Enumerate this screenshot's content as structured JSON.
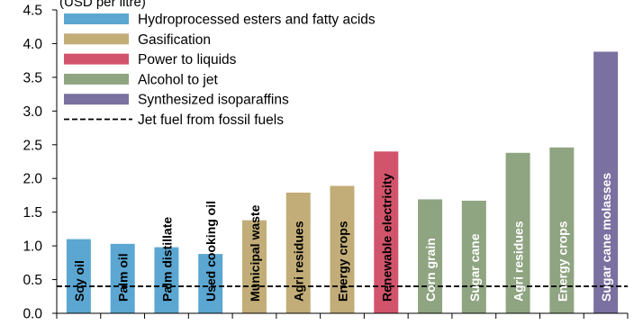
{
  "chart_data": {
    "type": "bar",
    "ylim": [
      0,
      4.5
    ],
    "yticks": [
      0.0,
      0.5,
      1.0,
      1.5,
      2.0,
      2.5,
      3.0,
      3.5,
      4.0,
      4.5
    ],
    "ytick_labels": [
      "0.0",
      "0.5",
      "1.0",
      "1.5",
      "2.0",
      "2.5",
      "3.0",
      "3.5",
      "4.0",
      "4.5"
    ],
    "cropped_top_label": "(USD per litre)",
    "reference_line": {
      "value": 0.4,
      "label": "Jet fuel from fossil fuels",
      "style": "dashed",
      "color": "#000000"
    },
    "groups": [
      {
        "name": "Hydroprocessed esters and fatty acids",
        "color": "#5ba7d2"
      },
      {
        "name": "Gasification",
        "color": "#c2ad78"
      },
      {
        "name": "Power to liquids",
        "color": "#d2546c"
      },
      {
        "name": "Alcohol to jet",
        "color": "#8fa481"
      },
      {
        "name": "Synthesized isoparaffins",
        "color": "#7a71a0"
      }
    ],
    "bars": [
      {
        "label": "Soy oil",
        "value": 1.1,
        "group": 0
      },
      {
        "label": "Palm oil",
        "value": 1.03,
        "group": 0
      },
      {
        "label": "Palm distillate",
        "value": 0.98,
        "group": 0
      },
      {
        "label": "Used cooking oil",
        "value": 0.88,
        "group": 0
      },
      {
        "label": "Municipal waste",
        "value": 1.38,
        "group": 1
      },
      {
        "label": "Agri residues",
        "value": 1.79,
        "group": 1
      },
      {
        "label": "Energy crops",
        "value": 1.89,
        "group": 1
      },
      {
        "label": "Renewable electricity",
        "value": 2.4,
        "group": 2
      },
      {
        "label": "Corn grain",
        "value": 1.69,
        "group": 3
      },
      {
        "label": "Sugar cane",
        "value": 1.67,
        "group": 3
      },
      {
        "label": "Agri residues",
        "value": 2.38,
        "group": 3
      },
      {
        "label": "Energy crops",
        "value": 2.46,
        "group": 3
      },
      {
        "label": "Sugar cane molasses",
        "value": 3.88,
        "group": 4
      }
    ],
    "legend": {
      "position": "top-left",
      "entries": [
        "Hydroprocessed esters and fatty acids",
        "Gasification",
        "Power to liquids",
        "Alcohol to jet",
        "Synthesized isoparaffins",
        "Jet fuel from fossil fuels"
      ]
    },
    "grid": false
  }
}
